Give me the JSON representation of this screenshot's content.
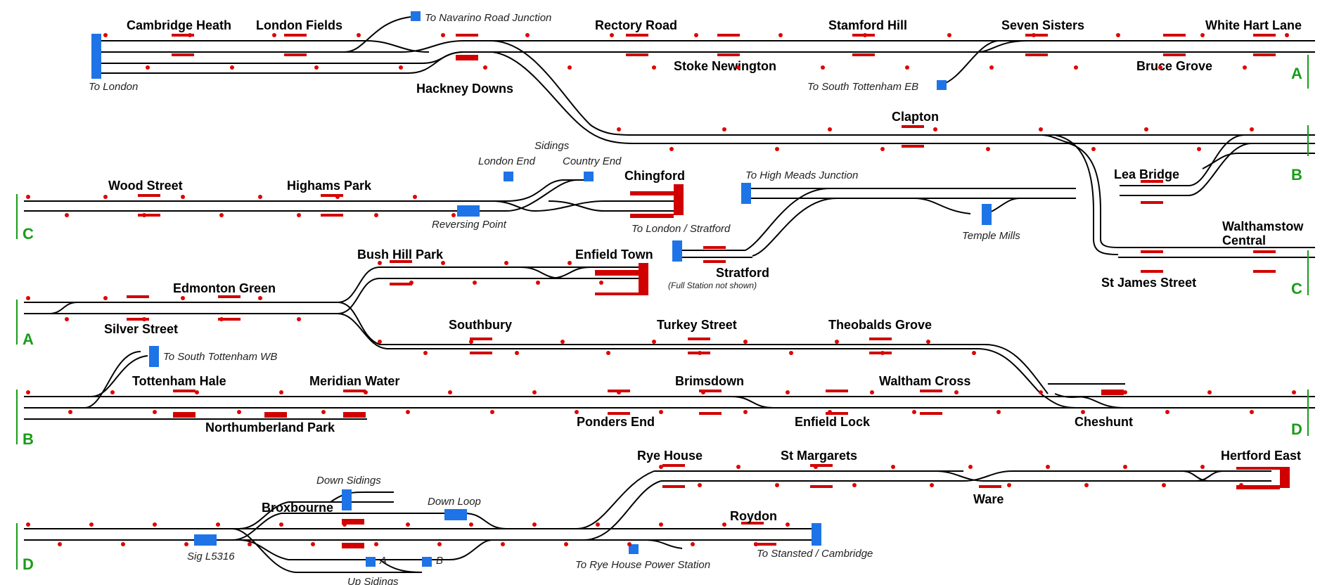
{
  "colors": {
    "track": "#000000",
    "platform": "#d00000",
    "signal": "#e00000",
    "connection_box": "#1e74e6",
    "section_marker": "#1a9c1a"
  },
  "stations": {
    "cambridge_heath": "Cambridge Heath",
    "london_fields": "London Fields",
    "rectory_road": "Rectory Road",
    "stamford_hill": "Stamford Hill",
    "seven_sisters": "Seven Sisters",
    "white_hart_lane": "White Hart Lane",
    "stoke_newington": "Stoke Newington",
    "bruce_grove": "Bruce Grove",
    "hackney_downs": "Hackney Downs",
    "clapton": "Clapton",
    "lea_bridge": "Lea Bridge",
    "wood_street": "Wood Street",
    "highams_park": "Highams Park",
    "chingford": "Chingford",
    "walthamstow_central": "Walthamstow\nCentral",
    "st_james_street": "St James Street",
    "bush_hill_park": "Bush Hill Park",
    "enfield_town": "Enfield Town",
    "stratford": "Stratford",
    "edmonton_green": "Edmonton Green",
    "silver_street": "Silver Street",
    "southbury": "Southbury",
    "turkey_street": "Turkey Street",
    "theobalds_grove": "Theobalds Grove",
    "tottenham_hale": "Tottenham Hale",
    "meridian_water": "Meridian Water",
    "northumberland_park": "Northumberland Park",
    "brimsdown": "Brimsdown",
    "ponders_end": "Ponders End",
    "waltham_cross": "Waltham Cross",
    "enfield_lock": "Enfield Lock",
    "cheshunt": "Cheshunt",
    "rye_house": "Rye House",
    "st_margarets": "St Margarets",
    "ware": "Ware",
    "hertford_east": "Hertford East",
    "broxbourne": "Broxbourne",
    "roydon": "Roydon"
  },
  "labels": {
    "to_navarino": "To Navarino Road Junction",
    "to_london": "To London",
    "to_south_tottenham_eb": "To South Tottenham EB",
    "sidings": "Sidings",
    "london_end": "London End",
    "country_end": "Country End",
    "reversing_point": "Reversing Point",
    "to_high_meads": "To High Meads Junction",
    "temple_mills": "Temple Mills",
    "to_london_stratford": "To London / Stratford",
    "full_station_not_shown": "(Full Station not shown)",
    "to_south_tottenham_wb": "To South Tottenham WB",
    "down_sidings": "Down Sidings",
    "down_loop": "Down Loop",
    "sig_l5316": "Sig L5316",
    "siding_a": "A",
    "siding_b": "B",
    "up_sidings": "Up Sidings",
    "to_rye_house_power": "To Rye House Power Station",
    "to_stansted_cambridge": "To Stansted / Cambridge"
  },
  "section_markers": {
    "a_top": "A",
    "b_top": "B",
    "c_top": "C",
    "c_left": "C",
    "a_left": "A",
    "b_left": "B",
    "d_right": "D",
    "d_left": "D"
  }
}
